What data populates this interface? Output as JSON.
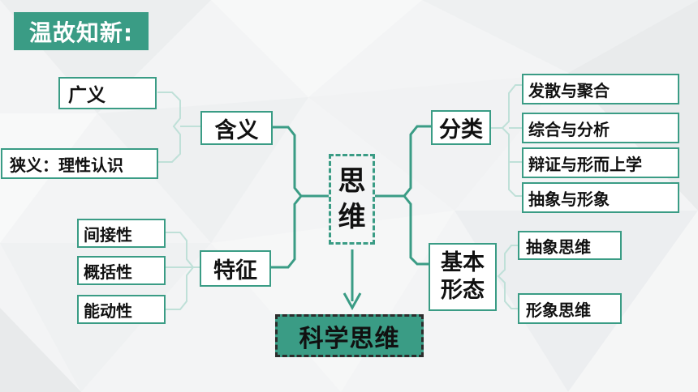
{
  "title": "温故知新:",
  "center": {
    "line1": "思",
    "line2": "维"
  },
  "result": "科学思维",
  "left": {
    "meaning": {
      "label": "含义",
      "items": [
        "广义",
        "狭义：理性认识"
      ]
    },
    "traits": {
      "label": "特征",
      "items": [
        "间接性",
        "概括性",
        "能动性"
      ]
    }
  },
  "right": {
    "categories": {
      "label": "分类",
      "items": [
        "发散与聚合",
        "综合与分析",
        "辩证与形而上学",
        "抽象与形象"
      ]
    },
    "forms": {
      "label_line1": "基本",
      "label_line2": "形态",
      "items": [
        "抽象思维",
        "形象思维"
      ]
    }
  },
  "colors": {
    "accent": "#3a9c85",
    "connector": "#bfe0d8",
    "arrow": "#3a9c85"
  }
}
